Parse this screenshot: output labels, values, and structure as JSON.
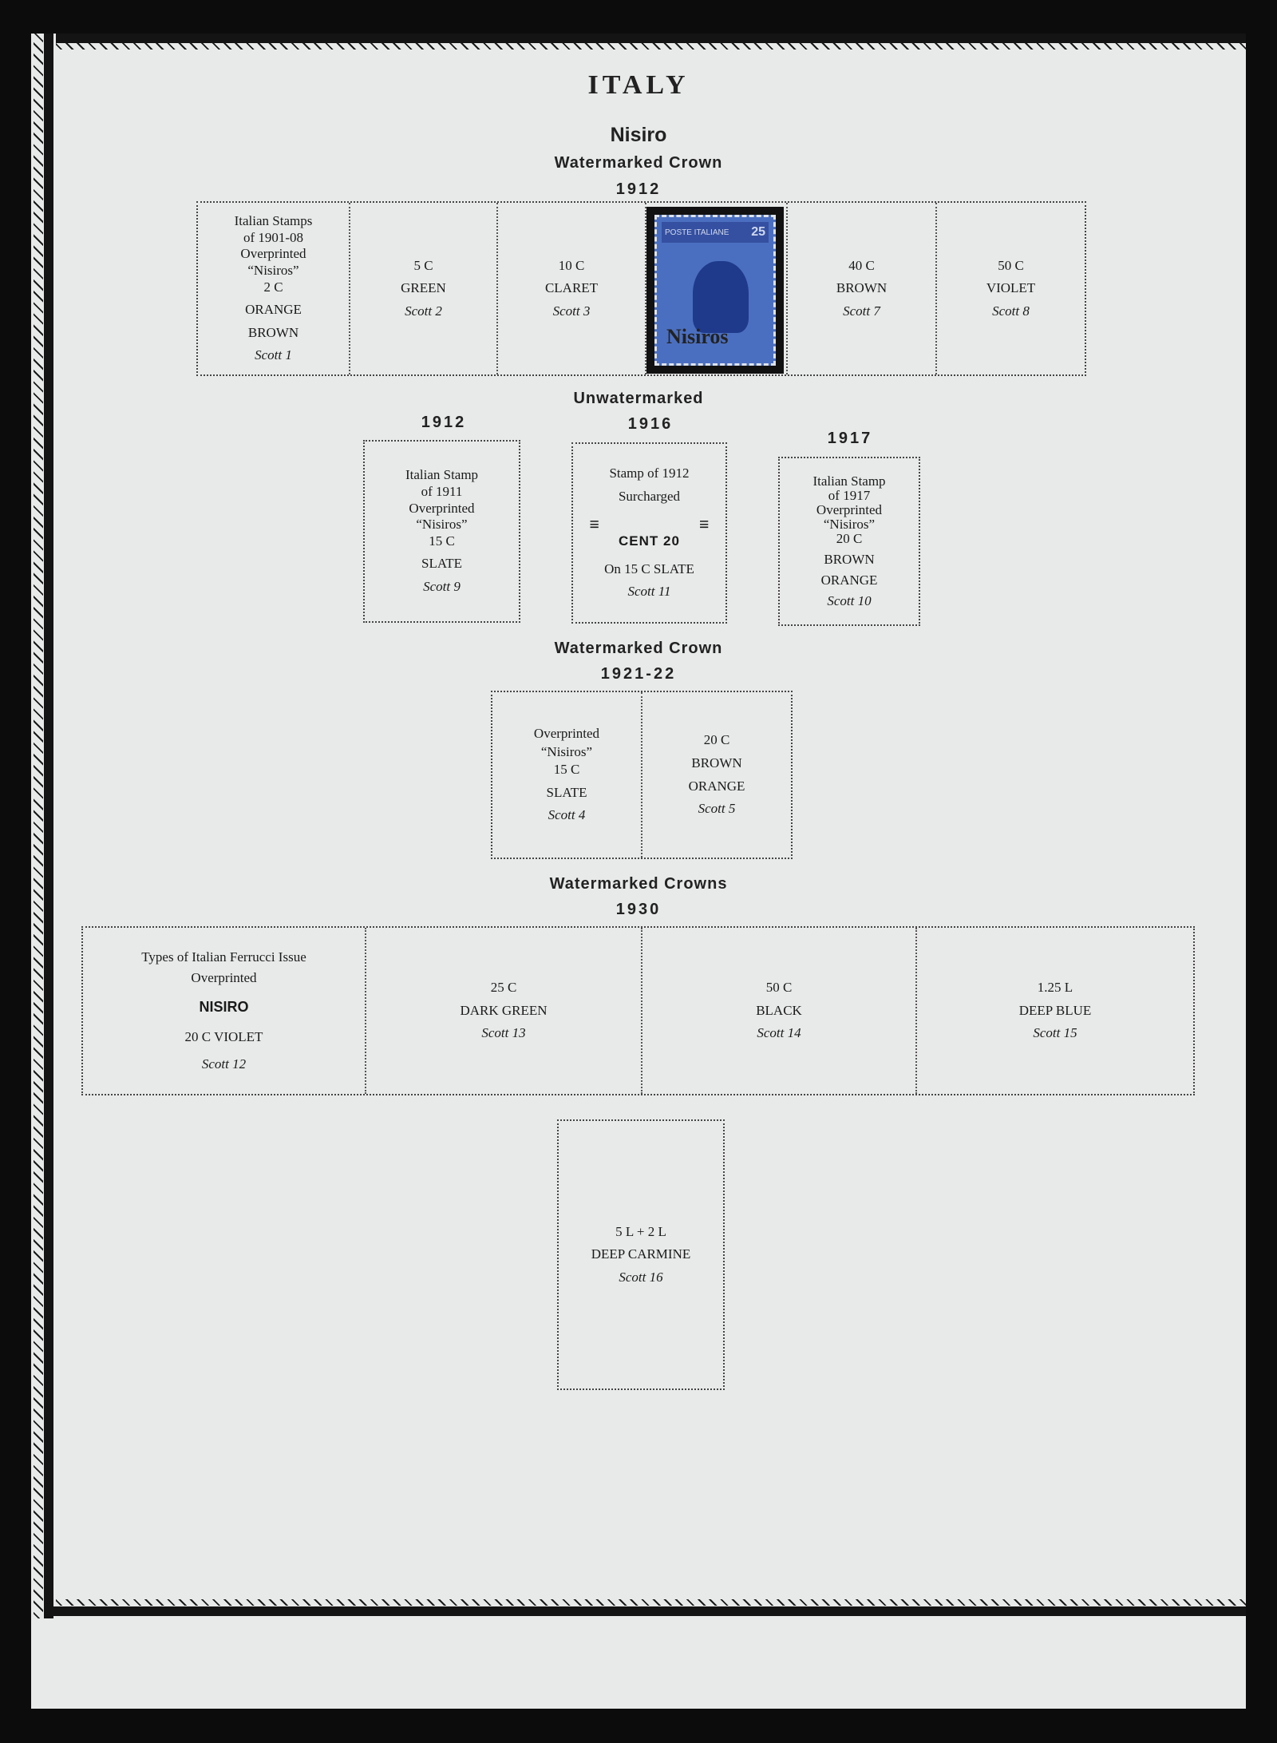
{
  "title": "ITALY",
  "subtitle": "Nisiro",
  "sections": [
    {
      "heading": "Watermarked Crown",
      "year": "1912",
      "cells": [
        {
          "lines": [
            "Italian Stamps",
            "of 1901-08",
            "Overprinted",
            "“Nisiros”",
            "2 C",
            "ORANGE",
            "BROWN"
          ],
          "scott": "Scott 1"
        },
        {
          "lines": [
            "5 C",
            "GREEN"
          ],
          "scott": "Scott 2"
        },
        {
          "lines": [
            "10 C",
            "CLARET"
          ],
          "scott": "Scott 3"
        },
        {
          "lines": [
            "40 C",
            "BROWN"
          ],
          "scott": "Scott 7"
        },
        {
          "lines": [
            "50 C",
            "VIOLET"
          ],
          "scott": "Scott 8"
        }
      ],
      "stamp": {
        "country": "POSTE ITALIANE",
        "value": "25",
        "overprint": "Nisiros",
        "color": "#4b6fc0"
      }
    },
    {
      "heading": "Unwatermarked",
      "groups": [
        {
          "year": "1912",
          "lines": [
            "Italian Stamp",
            "of 1911",
            "Overprinted",
            "“Nisiros”",
            "15 C",
            "SLATE"
          ],
          "scott": "Scott 9"
        },
        {
          "year": "1916",
          "lines": [
            "Stamp of 1912",
            "Surcharged"
          ],
          "surcharge": "CENT 20",
          "after": "On 15 C  SLATE",
          "scott": "Scott 11"
        },
        {
          "year": "1917",
          "lines": [
            "Italian Stamp",
            "of 1917",
            "Overprinted",
            "“Nisiros”",
            "20 C",
            "BROWN",
            "ORANGE"
          ],
          "scott": "Scott 10"
        }
      ]
    },
    {
      "heading": "Watermarked Crown",
      "year": "1921-22",
      "cells": [
        {
          "lines": [
            "Overprinted",
            "“Nisiros”",
            "15 C",
            "SLATE"
          ],
          "scott": "Scott 4"
        },
        {
          "lines": [
            "20 C",
            "BROWN",
            "ORANGE"
          ],
          "scott": "Scott 5"
        }
      ]
    },
    {
      "heading": "Watermarked Crowns",
      "year": "1930",
      "cells": [
        {
          "lines": [
            "Types of Italian Ferrucci Issue",
            "Overprinted"
          ],
          "overprint": "NISIRO",
          "after": "20 C  VIOLET",
          "scott": "Scott 12"
        },
        {
          "lines": [
            "25 C",
            "DARK GREEN"
          ],
          "scott": "Scott 13"
        },
        {
          "lines": [
            "50 C",
            "BLACK"
          ],
          "scott": "Scott 14"
        },
        {
          "lines": [
            "1.25 L",
            "DEEP BLUE"
          ],
          "scott": "Scott 15"
        },
        {
          "lines": [
            "5 L + 2 L",
            "DEEP CARMINE"
          ],
          "scott": "Scott 16"
        }
      ]
    }
  ]
}
